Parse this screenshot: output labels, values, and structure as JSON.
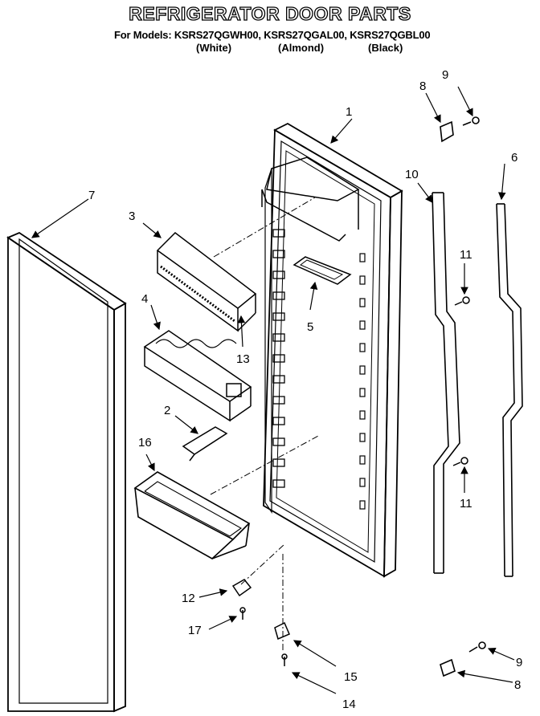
{
  "header": {
    "title": "REFRIGERATOR DOOR PARTS",
    "models_line": "For Models: KSRS27QGWH00, KSRS27QGAL00, KSRS27QGBL00",
    "variants": [
      "(White)",
      "(Almond)",
      "(Black)"
    ]
  },
  "callouts": {
    "c1": "1",
    "c2": "2",
    "c3": "3",
    "c4": "4",
    "c5": "5",
    "c6": "6",
    "c7": "7",
    "c8a": "8",
    "c8b": "8",
    "c9a": "9",
    "c9b": "9",
    "c10": "10",
    "c11a": "11",
    "c11b": "11",
    "c12": "12",
    "c13": "13",
    "c14": "14",
    "c15": "15",
    "c16": "16",
    "c17": "17"
  }
}
